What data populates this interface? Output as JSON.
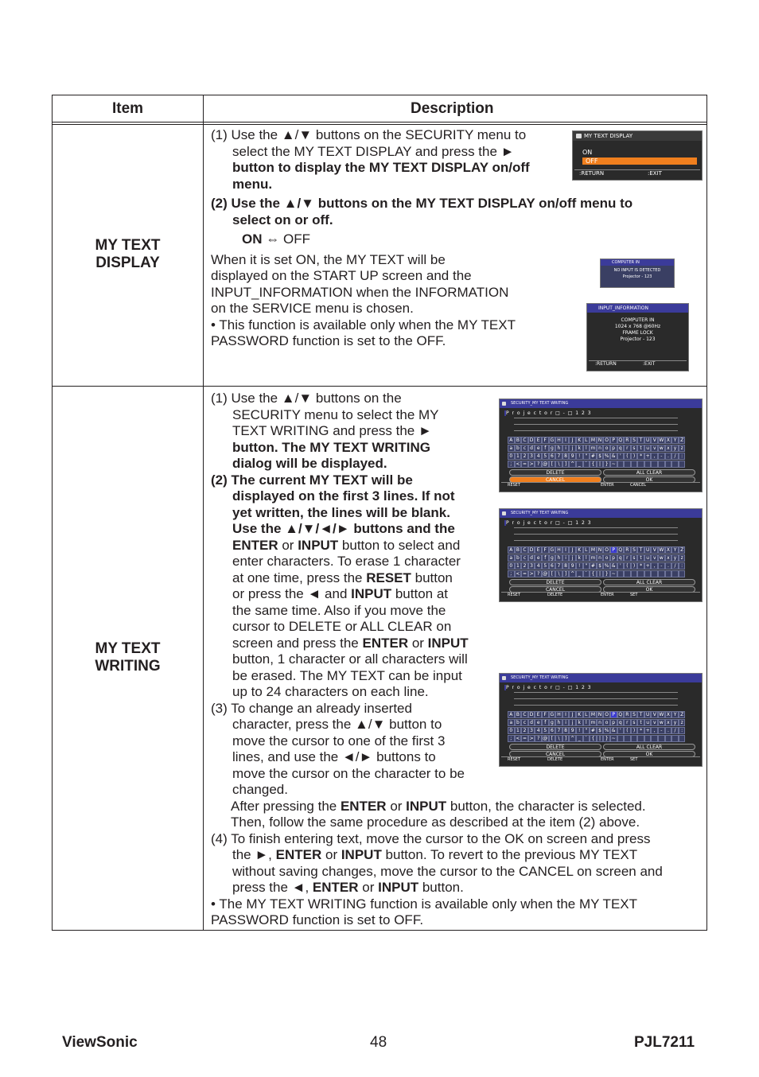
{
  "table": {
    "header_item": "Item",
    "header_description": "Description"
  },
  "row1": {
    "item_line1": "MY TEXT",
    "item_line2": "DISPLAY",
    "step1_a": "(1) Use the ▲/▼ buttons on the SECURITY menu to",
    "step1_b": "select the MY TEXT DISPLAY and press the ►",
    "step1_c": "button to display the MY TEXT DISPLAY on/off",
    "step1_d": "menu.",
    "step2_a": "(2) Use the ▲/▼ buttons on the MY TEXT DISPLAY on/off menu to",
    "step2_b": "select on or off.",
    "on_label": "ON",
    "arrow": "⇔",
    "off_label": "OFF",
    "para_1": "When it is set ON, the MY TEXT will be",
    "para_2": "displayed on the START UP screen and the",
    "para_3": "INPUT_INFORMATION when the INFORMATION",
    "para_4": "on the SERVICE menu is chosen.",
    "para_5": "• This function is available only when the MY TEXT",
    "para_6": "PASSWORD function is set to the OFF."
  },
  "osd_display": {
    "title": "MY TEXT DISPLAY",
    "opt_on": "ON",
    "opt_off": "OFF",
    "footer_return": ":RETURN",
    "footer_exit": ":EXIT"
  },
  "osd_small": {
    "title": "COMPUTER IN",
    "line1": "NO INPUT IS DETECTED",
    "line2": "Projector - 123"
  },
  "osd_info": {
    "title": "INPUT_INFORMATION",
    "line1": "COMPUTER IN",
    "line2": "1024 x 768 @60Hz",
    "line3": "FRAME LOCK",
    "line4": "Projector - 123",
    "footer_return": ":RETURN",
    "footer_exit": ":EXIT"
  },
  "osd_writing": {
    "title": "SECURITY_MY TEXT WRITING",
    "text_line": "P r o j e c t o r □ - □ 1 2 3",
    "row_upper": [
      "A",
      "B",
      "C",
      "D",
      "E",
      "F",
      "G",
      "H",
      "I",
      "J",
      "K",
      "L",
      "M",
      "N",
      "O",
      "P",
      "Q",
      "R",
      "S",
      "T",
      "U",
      "V",
      "W",
      "X",
      "Y",
      "Z"
    ],
    "row_lower": [
      "a",
      "b",
      "c",
      "d",
      "e",
      "f",
      "g",
      "h",
      "i",
      "j",
      "k",
      "l",
      "m",
      "n",
      "o",
      "p",
      "q",
      "r",
      "s",
      "t",
      "u",
      "v",
      "w",
      "x",
      "y",
      "z"
    ],
    "row_digits": [
      "0",
      "1",
      "2",
      "3",
      "4",
      "5",
      "6",
      "7",
      "8",
      "9",
      "!",
      "\"",
      "#",
      "$",
      "%",
      "&",
      "'",
      "(",
      ")",
      "*",
      "+",
      ",",
      "-",
      ".",
      "/",
      ":"
    ],
    "row_symbols": [
      ";",
      "<",
      "=",
      ">",
      "?",
      "@",
      "[",
      "\\",
      "]",
      "^",
      "_",
      "`",
      "{",
      "|",
      "}",
      "~",
      "",
      "",
      "",
      "",
      "",
      "",
      "",
      "",
      "",
      ""
    ],
    "delete": "DELETE",
    "cancel": "CANCEL",
    "all_clear": "ALL CLEAR",
    "ok": "OK",
    "f_reset": "RESET",
    "f_enter": "ENTER",
    "f_cancel": "CANCEL",
    "f_delete": "DELETE",
    "f_set": "SET"
  },
  "row2": {
    "item_line1": "MY TEXT",
    "item_line2": "WRITING",
    "s1_a": "(1) Use the ▲/▼ buttons on the",
    "s1_b": "SECURITY menu to select the MY",
    "s1_c": "TEXT WRITING and press the ►",
    "s1_d": "button. The MY TEXT WRITING",
    "s1_e": "dialog will be displayed.",
    "s2_a": "(2) The current MY TEXT will be",
    "s2_b": "displayed on the first 3 lines. If not",
    "s2_c": "yet written, the lines will be blank.",
    "s2_d": "Use the ▲/▼/◄/► buttons and the",
    "s2_e_b1": "ENTER",
    "s2_e_t1": " or ",
    "s2_e_b2": "INPUT",
    "s2_e_t2": " button to select and",
    "s2_f": "enter characters. To erase 1 character",
    "s2_g_t1": "at one time, press the ",
    "s2_g_b1": "RESET",
    "s2_g_t2": " button",
    "s2_h_t1": "or press the ◄ and ",
    "s2_h_b1": "INPUT",
    "s2_h_t2": " button at",
    "s2_i": "the same time. Also if you move the",
    "s2_j": "cursor to DELETE or ALL CLEAR on",
    "s2_k_t1": "screen and press the ",
    "s2_k_b1": "ENTER",
    "s2_k_t2": " or ",
    "s2_k_b2": "INPUT",
    "s2_l": "button, 1 character or all characters will",
    "s2_m": "be erased. The MY TEXT can be input",
    "s2_n": "up to 24 characters on each line.",
    "s3_a": "(3) To change an already inserted",
    "s3_b": "character, press the ▲/▼ button to",
    "s3_c": "move the cursor to one of the first 3",
    "s3_d": "lines, and use the ◄/► buttons to",
    "s3_e": "move the cursor on the character to be",
    "s3_f": "changed.",
    "s3_g_t1": "After pressing the ",
    "s3_g_b1": "ENTER",
    "s3_g_t2": " or ",
    "s3_g_b2": "INPUT",
    "s3_g_t3": " button, the character is selected.",
    "s3_h": "Then, follow the same procedure as described at the item (2) above.",
    "s4_a": "(4) To finish entering text, move the cursor to the OK on screen and press",
    "s4_b_t1": "the ►, ",
    "s4_b_b1": "ENTER",
    "s4_b_t2": " or ",
    "s4_b_b2": "INPUT",
    "s4_b_t3": " button. To revert to the previous MY TEXT",
    "s4_c": "without saving changes, move the cursor to the CANCEL on screen and",
    "s4_d_t1": "press the ◄, ",
    "s4_d_b1": "ENTER",
    "s4_d_t2": " or ",
    "s4_d_b2": "INPUT",
    "s4_d_t3": " button.",
    "note_a": "• The MY TEXT WRITING function is available only when the MY TEXT",
    "note_b": "PASSWORD function is set to OFF."
  },
  "footer": {
    "brand": "ViewSonic",
    "page": "48",
    "model": "PJL7211"
  }
}
